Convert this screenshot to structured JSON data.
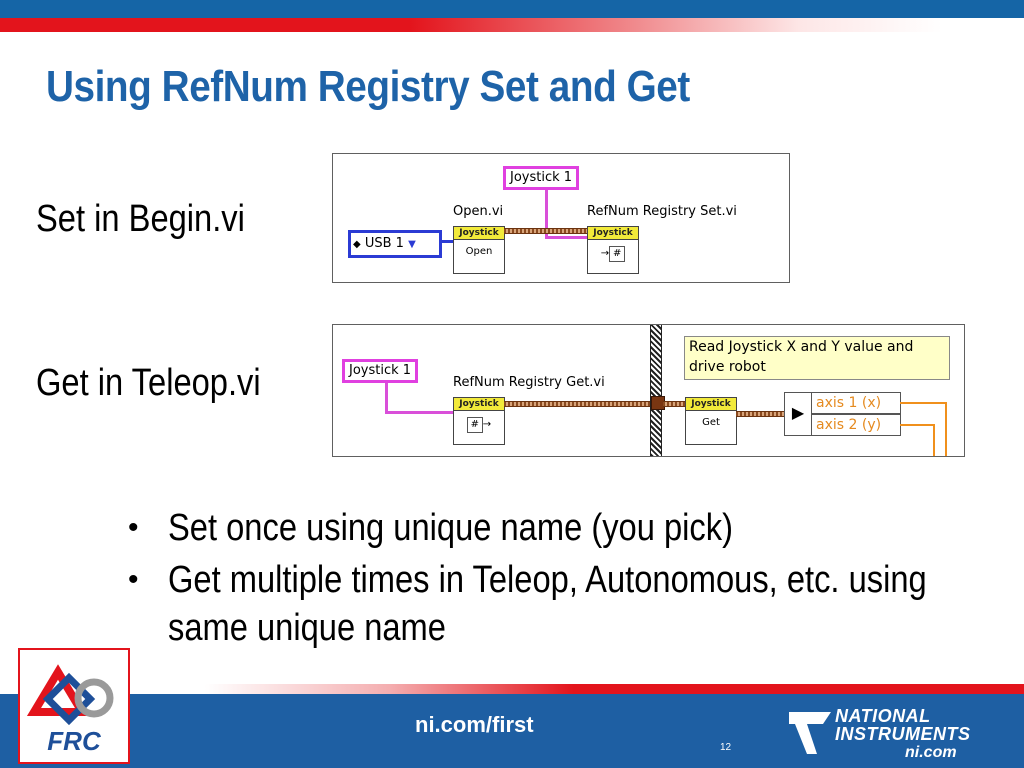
{
  "slide": {
    "title": "Using RefNum Registry Set and Get",
    "page_number": "12",
    "footer_url": "ni.com/first"
  },
  "set_section": {
    "label": "Set in Begin.vi",
    "diagram": {
      "constant": "Joystick 1",
      "control": "USB 1",
      "vi1_title": "Open.vi",
      "vi1_header": "Joystick",
      "vi1_body": "Open",
      "vi2_title": "RefNum Registry Set.vi",
      "vi2_header": "Joystick"
    }
  },
  "get_section": {
    "label": "Get in Teleop.vi",
    "diagram": {
      "constant": "Joystick 1",
      "vi1_title": "RefNum Registry Get.vi",
      "vi1_header": "Joystick",
      "comment": "Read Joystick X and Y value and drive robot",
      "vi2_header": "Joystick",
      "vi2_body": "Get",
      "axis1": "axis 1 (x)",
      "axis2": "axis 2 (y)"
    }
  },
  "bullets": [
    "Set once using unique name (you pick)",
    "Get multiple times in Teleop, Autonomous, etc. using same unique name"
  ],
  "logos": {
    "frc": "FRC",
    "ni_line1": "NATIONAL",
    "ni_line2": "INSTRUMENTS",
    "ni_domain": "ni.com"
  },
  "colors": {
    "title_blue": "#1e63a8",
    "bar_blue": "#1565a6",
    "bar_red": "#e3141c",
    "frc_blue": "#1e4f99"
  }
}
